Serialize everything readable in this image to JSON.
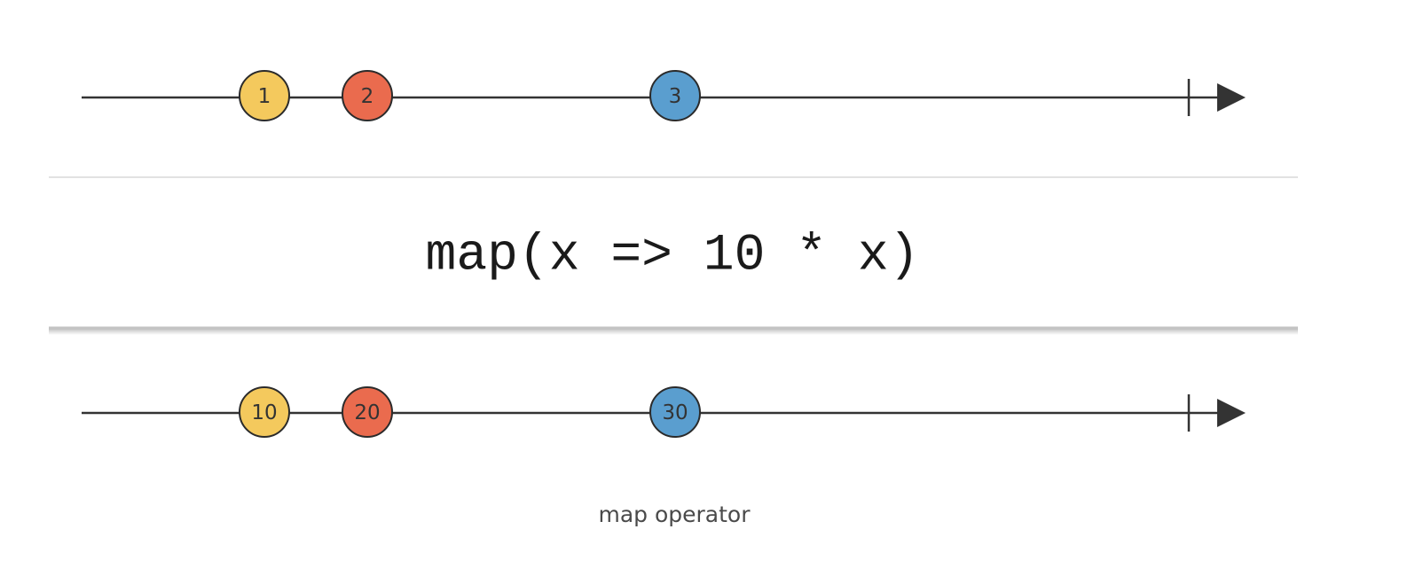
{
  "diagram": {
    "operator_label": "map(x => 10 * x)",
    "caption": "map operator",
    "input_stream": {
      "marbles": [
        {
          "label": "1",
          "color": "#f4c95d"
        },
        {
          "label": "2",
          "color": "#ea6b4e"
        },
        {
          "label": "3",
          "color": "#5a9ecf"
        }
      ]
    },
    "output_stream": {
      "marbles": [
        {
          "label": "10",
          "color": "#f4c95d"
        },
        {
          "label": "20",
          "color": "#ea6b4e"
        },
        {
          "label": "30",
          "color": "#5a9ecf"
        }
      ]
    },
    "colors": {
      "line": "#333333",
      "marble_stroke": "#2b2b2b",
      "box_border": "#e2e2e2"
    }
  }
}
